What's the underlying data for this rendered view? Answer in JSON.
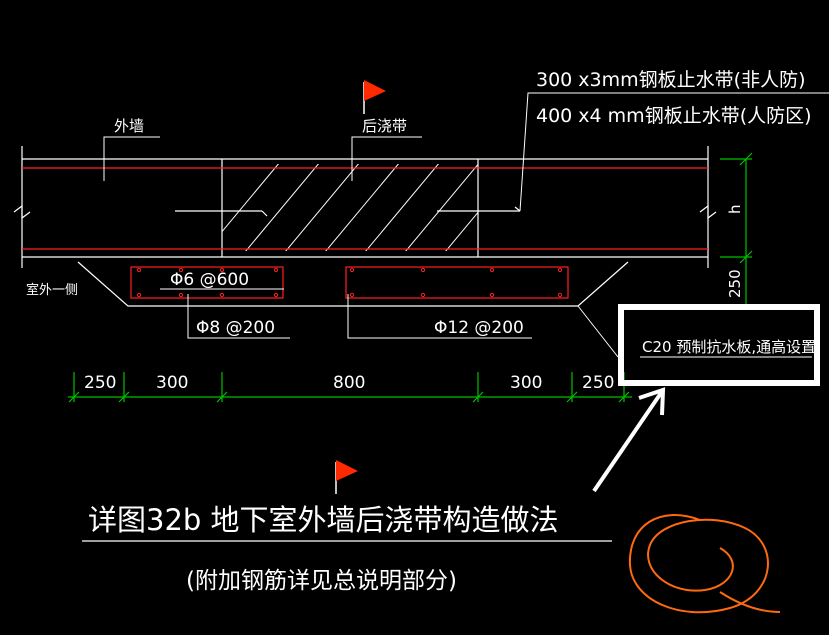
{
  "labels": {
    "outer_wall": "外墙",
    "post_pour_strip": "后浇带",
    "waterstop_line1": "300 x3mm钢板止水带(非人防)",
    "waterstop_line2": "400 x4 mm钢板止水带(人防区)",
    "outdoor_side": "室外一侧",
    "rebar_top": "Φ6 @600",
    "rebar_left": "Φ8 @200",
    "rebar_right": "Φ12 @200",
    "precast_board": "C20 预制抗水板,通高设置",
    "dim_h": "h",
    "dim_250_right": "250",
    "detail_title": "详图32b  地下室外墙后浇带构造做法",
    "detail_subtitle": "(附加钢筋详见总说明部分)"
  },
  "dimensions": [
    "250",
    "300",
    "800",
    "300",
    "250"
  ],
  "colors": {
    "background": "#000000",
    "linework": "#ffffff",
    "rebar": "#ff2020",
    "dimension": "#00c000",
    "flag": "#ff2a00",
    "annotation_box": "#ffffff",
    "sketch": "#ff6a10"
  }
}
